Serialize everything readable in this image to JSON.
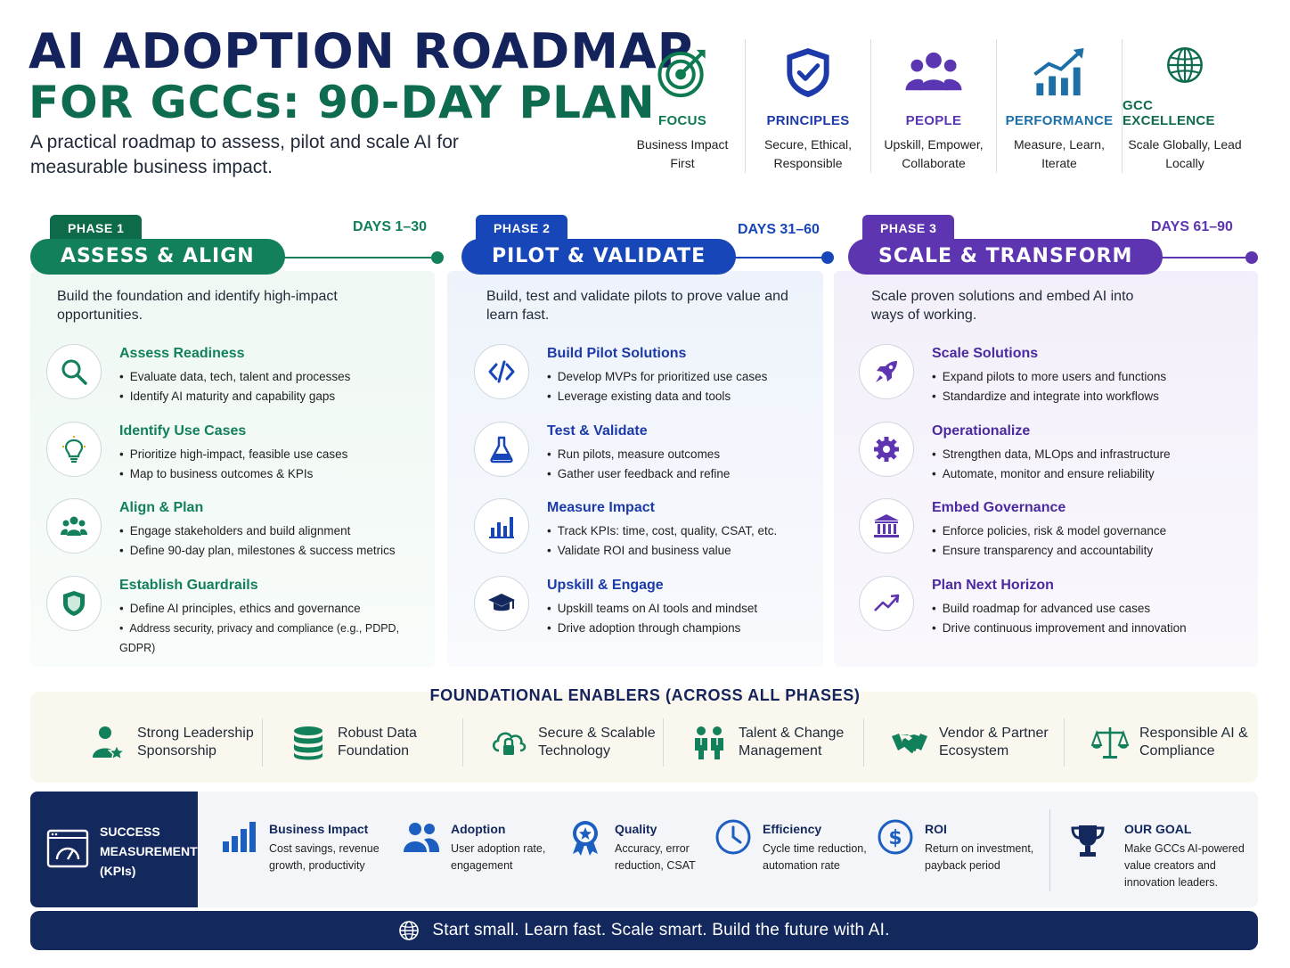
{
  "header": {
    "title_line1": "AI ADOPTION ROADMAP",
    "title_line2": "FOR GCCs: 90-DAY PLAN",
    "subtitle": "A practical roadmap to assess, pilot and scale AI for measurable business impact."
  },
  "pillars": [
    {
      "title": "FOCUS",
      "desc": "Business Impact First",
      "icon": "target-icon",
      "color": "#0e7a4f"
    },
    {
      "title": "PRINCIPLES",
      "desc": "Secure, Ethical, Responsible",
      "icon": "shield-check-icon",
      "color": "#1c3aa9"
    },
    {
      "title": "PEOPLE",
      "desc": "Upskill, Empower, Collaborate",
      "icon": "people-group-icon",
      "color": "#5b36b3"
    },
    {
      "title": "PERFORMANCE",
      "desc": "Measure, Learn, Iterate",
      "icon": "growth-chart-icon",
      "color": "#1d6fa8"
    },
    {
      "title": "GCC EXCELLENCE",
      "desc": "Scale Globally, Lead Locally",
      "icon": "globe-icon",
      "color": "#0e6b4f"
    }
  ],
  "phases": [
    {
      "tag": "PHASE 1",
      "name": "ASSESS & ALIGN",
      "days": "DAYS 1–30",
      "intro": "Build the foundation and identify high-impact opportunities.",
      "color": "#12805a",
      "steps": [
        {
          "title": "Assess Readiness",
          "icon": "magnifier-icon",
          "bullets": [
            "Evaluate data, tech, talent and processes",
            "Identify AI maturity and capability gaps"
          ]
        },
        {
          "title": "Identify Use Cases",
          "icon": "lightbulb-icon",
          "bullets": [
            "Prioritize high-impact, feasible use cases",
            "Map to business outcomes & KPIs"
          ]
        },
        {
          "title": "Align & Plan",
          "icon": "team-icon",
          "bullets": [
            "Engage stakeholders and build alignment",
            "Define 90-day plan, milestones & success metrics"
          ]
        },
        {
          "title": "Establish Guardrails",
          "icon": "shield-icon",
          "bullets": [
            "Define AI principles, ethics and governance",
            "Address security, privacy and compliance (e.g., PDPD, GDPR)"
          ]
        }
      ]
    },
    {
      "tag": "PHASE 2",
      "name": "PILOT & VALIDATE",
      "days": "DAYS 31–60",
      "intro": "Build, test and validate pilots to prove value and learn fast.",
      "color": "#1746b8",
      "steps": [
        {
          "title": "Build Pilot Solutions",
          "icon": "code-icon",
          "bullets": [
            "Develop MVPs for prioritized use cases",
            "Leverage existing data and tools"
          ]
        },
        {
          "title": "Test & Validate",
          "icon": "flask-icon",
          "bullets": [
            "Run pilots, measure outcomes",
            "Gather user feedback and refine"
          ]
        },
        {
          "title": "Measure Impact",
          "icon": "bar-chart-icon",
          "bullets": [
            "Track KPIs: time, cost, quality, CSAT, etc.",
            "Validate ROI and business value"
          ]
        },
        {
          "title": "Upskill & Engage",
          "icon": "graduation-cap-icon",
          "bullets": [
            "Upskill teams on AI tools and mindset",
            "Drive adoption through champions"
          ]
        }
      ]
    },
    {
      "tag": "PHASE 3",
      "name": "SCALE & TRANSFORM",
      "days": "DAYS 61–90",
      "intro": "Scale proven solutions and embed AI into ways of working.",
      "color": "#5e35b1",
      "steps": [
        {
          "title": "Scale Solutions",
          "icon": "rocket-icon",
          "bullets": [
            "Expand pilots to more users and functions",
            "Standardize and integrate into workflows"
          ]
        },
        {
          "title": "Operationalize",
          "icon": "gear-icon",
          "bullets": [
            "Strengthen data, MLOps and infrastructure",
            "Automate, monitor and ensure reliability"
          ]
        },
        {
          "title": "Embed Governance",
          "icon": "institution-icon",
          "bullets": [
            "Enforce policies, risk & model governance",
            "Ensure transparency and accountability"
          ]
        },
        {
          "title": "Plan Next Horizon",
          "icon": "trend-up-icon",
          "bullets": [
            "Build roadmap for advanced use cases",
            "Drive continuous improvement and innovation"
          ]
        }
      ]
    }
  ],
  "enablers": {
    "title": "FOUNDATIONAL ENABLERS (ACROSS ALL PHASES)",
    "items": [
      {
        "label": "Strong Leadership Sponsorship",
        "icon": "leader-icon"
      },
      {
        "label": "Robust Data Foundation",
        "icon": "database-icon"
      },
      {
        "label": "Secure & Scalable Technology",
        "icon": "cloud-lock-icon"
      },
      {
        "label": "Talent & Change Management",
        "icon": "talent-icon"
      },
      {
        "label": "Vendor & Partner Ecosystem",
        "icon": "handshake-icon"
      },
      {
        "label": "Responsible AI & Compliance",
        "icon": "scales-icon"
      }
    ]
  },
  "kpis": {
    "heading": "SUCCESS MEASUREMENT (KPIs)",
    "items": [
      {
        "title": "Business Impact",
        "desc": "Cost savings, revenue growth, productivity",
        "icon": "bar-chart-icon"
      },
      {
        "title": "Adoption",
        "desc": "User adoption rate, engagement",
        "icon": "users-icon"
      },
      {
        "title": "Quality",
        "desc": "Accuracy, error reduction, CSAT",
        "icon": "award-icon"
      },
      {
        "title": "Efficiency",
        "desc": "Cycle time reduction, automation rate",
        "icon": "clock-icon"
      },
      {
        "title": "ROI",
        "desc": "Return on investment, payback period",
        "icon": "dollar-icon"
      }
    ],
    "goal": {
      "title": "OUR GOAL",
      "desc": "Make GCCs AI-powered value creators and innovation leaders.",
      "icon": "trophy-icon"
    }
  },
  "footer": {
    "text": "Start small. Learn fast. Scale smart. Build the future with AI.",
    "icon": "globe-icon"
  }
}
